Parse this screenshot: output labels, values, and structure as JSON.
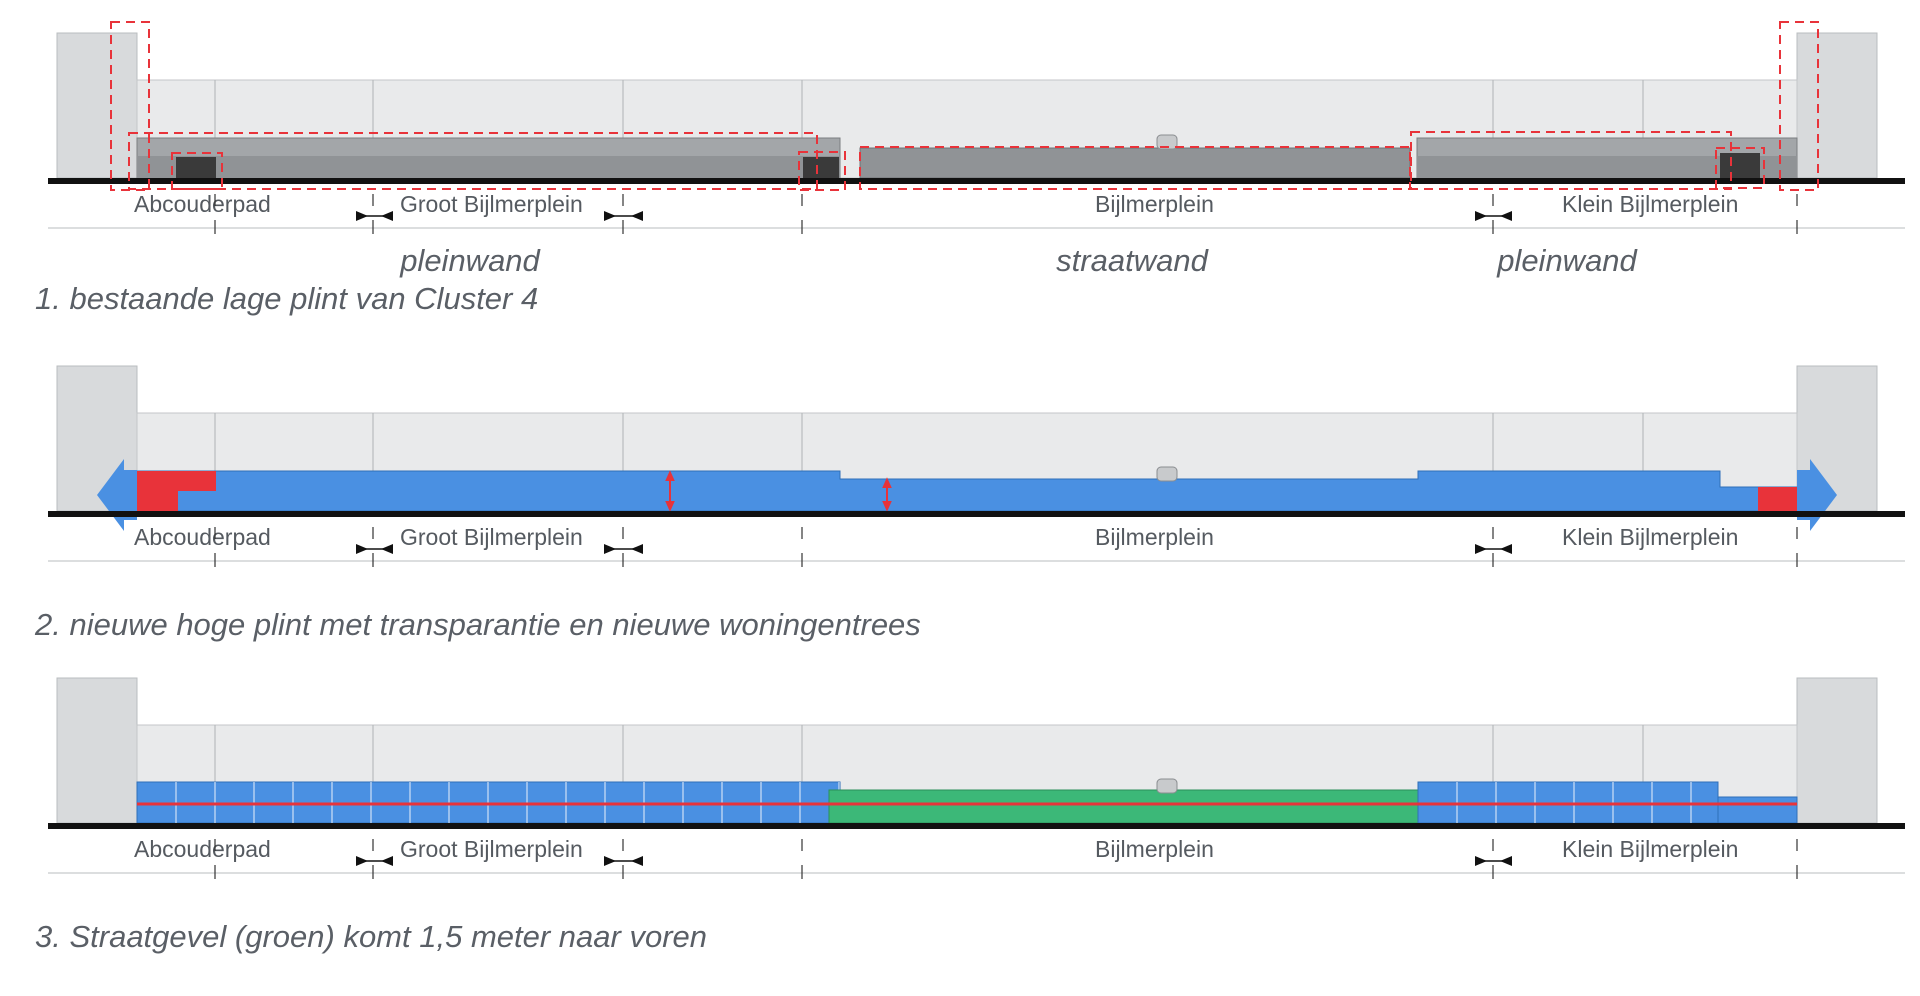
{
  "diagrams": [
    {
      "caption": "1. bestaande lage plint van Cluster 4",
      "locations": [
        "Abcouderpad",
        "Groot Bijlmerplein",
        "Bijlmerplein",
        "Klein Bijlmerplein"
      ],
      "wall_labels": [
        "pleinwand",
        "straatwand",
        "pleinwand"
      ]
    },
    {
      "caption": "2. nieuwe hoge plint met transparantie en nieuwe woningentrees",
      "locations": [
        "Abcouderpad",
        "Groot Bijlmerplein",
        "Bijlmerplein",
        "Klein Bijlmerplein"
      ]
    },
    {
      "caption": "3. Straatgevel (groen) komt 1,5 meter naar voren",
      "locations": [
        "Abcouderpad",
        "Groot Bijlmerplein",
        "Bijlmerplein",
        "Klein Bijlmerplein"
      ]
    }
  ],
  "colors": {
    "building": "#e9eaeb",
    "tower": "#d8dadc",
    "plinth_existing": "#a3a6a9",
    "plinth_existing_dark": "#909396",
    "entrance_dark": "#3a3a3a",
    "highlight_red": "#e8333a",
    "new_plinth_blue": "#4a90e2",
    "street_facade_green": "#3cb878",
    "ground": "#111111"
  }
}
